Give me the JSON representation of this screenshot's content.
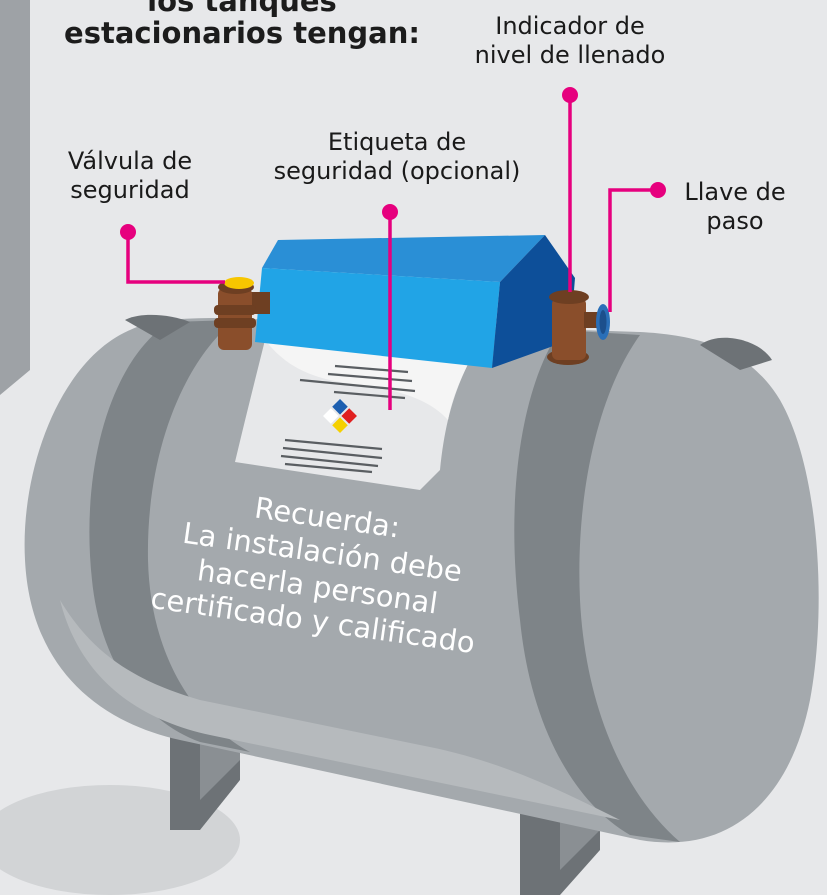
{
  "heading": {
    "line1": "los tanques",
    "line2": "estacionarios tengan:"
  },
  "labels": {
    "valve": [
      "Válvula de",
      "seguridad"
    ],
    "tag": [
      "Etiqueta de",
      "seguridad (opcional)"
    ],
    "gauge": [
      "Indicador de",
      "nivel de llenado"
    ],
    "key": [
      "Llave de",
      "paso"
    ]
  },
  "note": {
    "title": "Recuerda:",
    "lines": [
      "La instalación debe",
      "hacerla personal",
      "certificado y calificado"
    ]
  },
  "colors": {
    "tank": "#a4a9ad",
    "tank_dark": "#7e8488",
    "box_top": "#2a8fd6",
    "box_front": "#1f9be0",
    "box_side": "#0d4f99",
    "pipe": "#8a4e2b",
    "pointer": "#e6007e",
    "valve_cap": "#f7c600",
    "side_panel": "#9ea2a6"
  }
}
